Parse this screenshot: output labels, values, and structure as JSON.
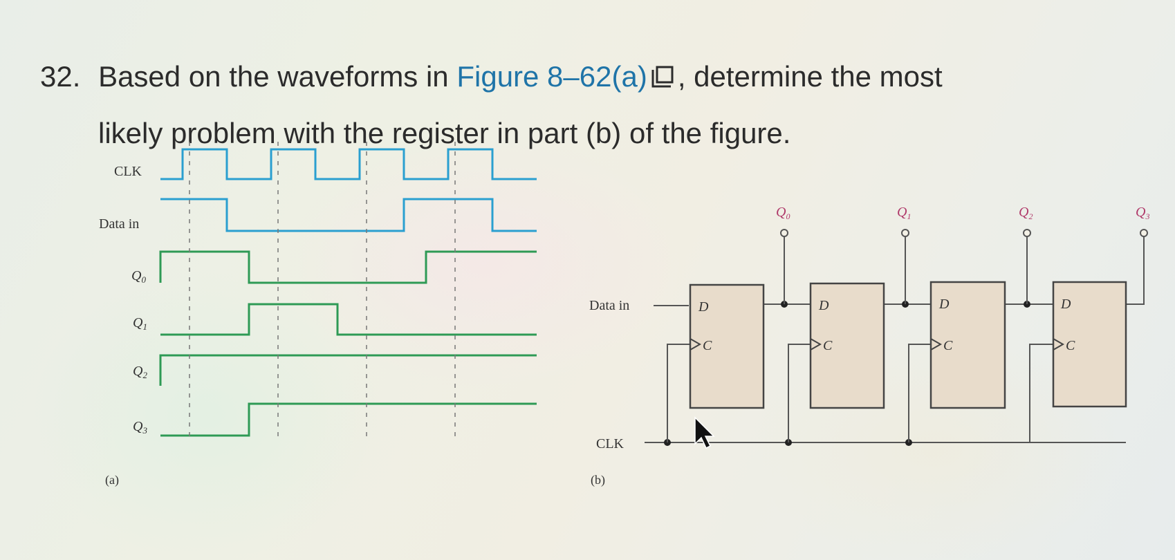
{
  "question": {
    "number": "32.",
    "text_before": "Based on the waveforms in",
    "figure_link": "Figure 8–62(a)",
    "text_after_line1": ", determine the most",
    "text_line2": "likely problem with the register in part (b) of the figure."
  },
  "figure_a": {
    "panel_label": "(a)",
    "signals": [
      {
        "name": "CLK",
        "color": "#2a9fd0",
        "levels": [
          0,
          1,
          0,
          1,
          0,
          1,
          0,
          1,
          0
        ],
        "times": [
          0,
          0.5,
          1.5,
          2.5,
          3.5,
          4.5,
          5.5,
          6.5,
          7.5,
          8.5
        ]
      },
      {
        "name": "Data in",
        "color": "#2a9fd0",
        "levels": [
          1,
          0,
          1,
          0
        ],
        "times": [
          0,
          1.5,
          5.5,
          7.5,
          8.5
        ]
      },
      {
        "name": "Q0",
        "color": "#2e9a55",
        "levels": [
          0,
          1,
          0,
          1
        ],
        "times": [
          0,
          0,
          2,
          6,
          8.5
        ]
      },
      {
        "name": "Q1",
        "color": "#2e9a55",
        "levels": [
          0,
          1,
          0
        ],
        "times": [
          0,
          2,
          4,
          8.5
        ]
      },
      {
        "name": "Q2",
        "color": "#2e9a55",
        "levels": [
          0,
          1
        ],
        "times": [
          0,
          0,
          8.5
        ]
      },
      {
        "name": "Q3",
        "color": "#2e9a55",
        "levels": [
          0,
          1
        ],
        "times": [
          0,
          2,
          8.5
        ]
      }
    ],
    "labels": {
      "clk": "CLK",
      "data_in": "Data in",
      "q0": "Q0",
      "q1": "Q1",
      "q2": "Q2",
      "q3": "Q3"
    }
  },
  "figure_b": {
    "panel_label": "(b)",
    "data_in_label": "Data in",
    "clk_label": "CLK",
    "flip_flops": [
      {
        "d_label": "D",
        "c_label": "C",
        "output": "Q0"
      },
      {
        "d_label": "D",
        "c_label": "C",
        "output": "Q1"
      },
      {
        "d_label": "D",
        "c_label": "C",
        "output": "Q2"
      },
      {
        "d_label": "D",
        "c_label": "C",
        "output": "Q3"
      }
    ]
  },
  "colors": {
    "text": "#2b2b2b",
    "figure_link": "#1f74a8",
    "clk_wave": "#2a9fd0",
    "q_wave": "#2e9a55",
    "output_label": "#b03a6a",
    "ff_fill": "#e8dccb"
  },
  "icons": {
    "figure_link_icon": "external-link-icon",
    "cursor": "mouse-pointer-icon"
  }
}
